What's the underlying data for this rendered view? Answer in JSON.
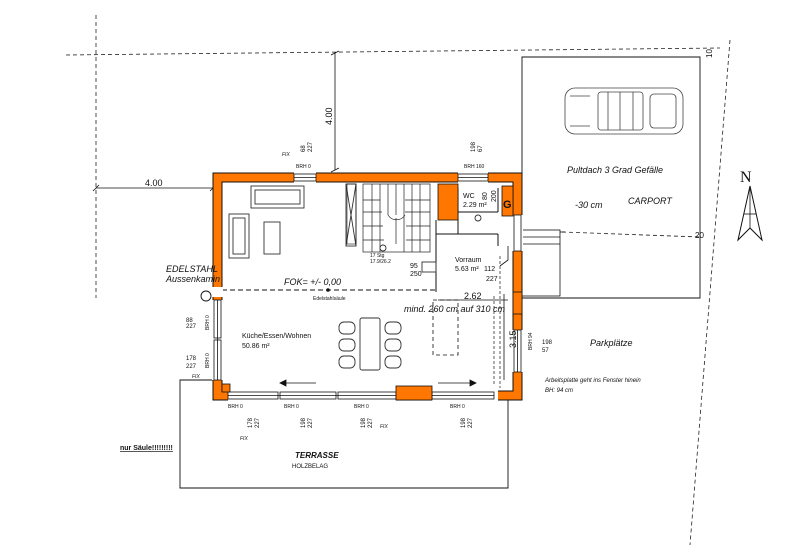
{
  "rooms": {
    "living": {
      "name": "Küche/Essen/Wohnen",
      "area": "50.86 m²"
    },
    "wc": {
      "name": "WC",
      "area": "2.29 m²"
    },
    "vorraum": {
      "name": "Vorraum",
      "area": "5.63 m²"
    }
  },
  "labels": {
    "fok": "FOK= +/- 0,00",
    "edelstahl_1": "EDELSTAHL",
    "edelstahl_2": "Aussenkamin",
    "edelstahlsaeule": "Edelstahlsäule",
    "terrasse": "TERRASSE",
    "holzbelag": "HOLZBELAG",
    "nur_saeule": "nur Säule!!!!!!!!!",
    "pultdach": "Pultdach 3 Grad Gefälle",
    "minus30": "-30 cm",
    "carport": "CARPORT",
    "parkplaetze": "Parkplätze",
    "arbeitsplatte_1": "Arbeitsplatte geht ins Fenster hinein",
    "arbeitsplatte_2": "BH: 94 cm",
    "mind": "mind. 260 cm auf 310 cm",
    "north": "N",
    "wc_g": "G"
  },
  "dimensions": {
    "d400_top": "4.00",
    "d400_left": "4.00",
    "d262": "2.62",
    "d315": "3.15",
    "d10": "10",
    "d20": "20",
    "d95": "95",
    "d250": "250",
    "d112": "112",
    "d227_v": "227",
    "d80": "80",
    "d200": "200",
    "stair_1": "17 Stg",
    "stair_2": "17.9/26.2"
  },
  "windows": {
    "top1": {
      "w": "68",
      "h": "227"
    },
    "top2": {
      "w": "198",
      "h": "67"
    },
    "left1": {
      "w": "88",
      "h": "227"
    },
    "left2": {
      "w": "178",
      "h": "227"
    },
    "right1": {
      "w": "198",
      "h": "57"
    },
    "b1": {
      "w": "178",
      "h": "227"
    },
    "b2": {
      "w": "198",
      "h": "227"
    },
    "b3": {
      "w": "198",
      "h": "227"
    },
    "b4": {
      "w": "198",
      "h": "227"
    },
    "fix": "FIX",
    "brh0": "BRH 0",
    "brh160": "BRH 160",
    "brh94": "BRH 94"
  }
}
